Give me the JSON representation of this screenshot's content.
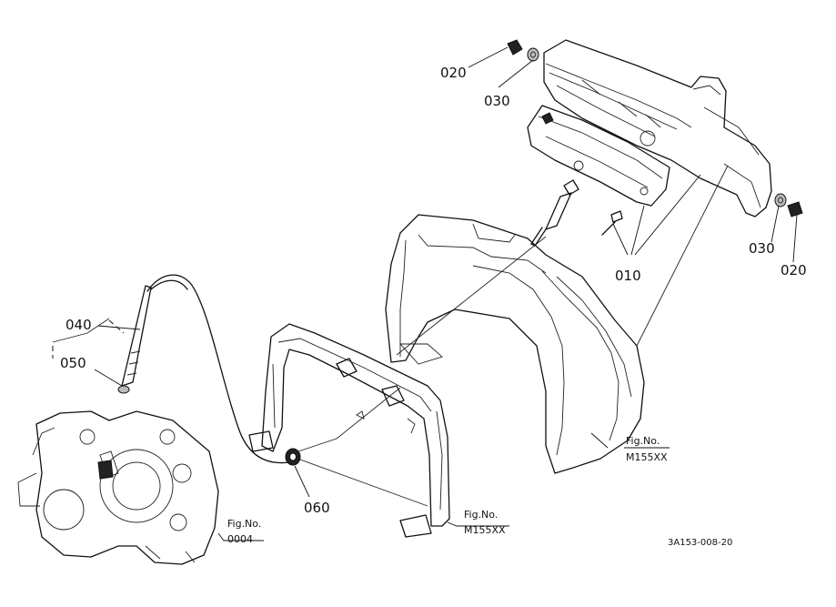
{
  "callouts": {
    "p010": "010",
    "p020_top": "020",
    "p020_right": "020",
    "p030_top": "030",
    "p030_right": "030",
    "p040": "040",
    "p050": "050",
    "p060": "060"
  },
  "figure_refs": [
    {
      "label": "Fig.No.",
      "ref": "M155XX"
    },
    {
      "label": "Fig.No.",
      "ref": "M155XX"
    },
    {
      "label": "Fig.No.",
      "ref": "0004"
    }
  ],
  "drawing_code": "3A153-008-20"
}
